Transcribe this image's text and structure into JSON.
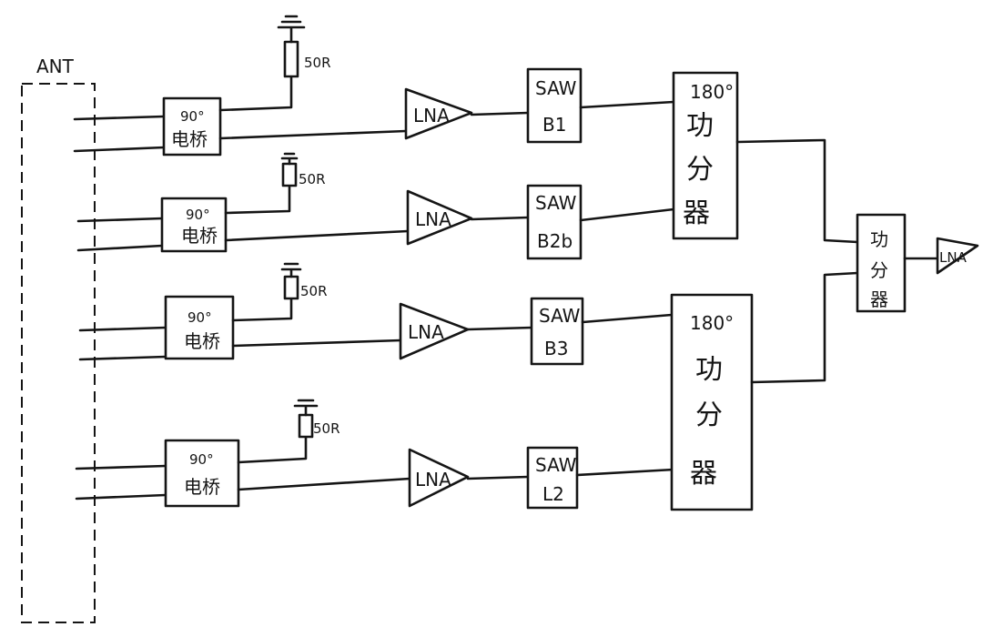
{
  "antenna_label": "ANT",
  "bridge": {
    "angle": "90°",
    "name": "电桥"
  },
  "load_label": "50R",
  "lna_label": "LNA",
  "saw_label": "SAW",
  "saw_bands": [
    "B1",
    "B2b",
    "B3",
    "L2"
  ],
  "splitter_180": {
    "angle": "180°",
    "chars": [
      "功",
      "分",
      "器"
    ]
  },
  "combiner": {
    "chars": [
      "功",
      "分",
      "器"
    ]
  },
  "output_label": "LNA"
}
